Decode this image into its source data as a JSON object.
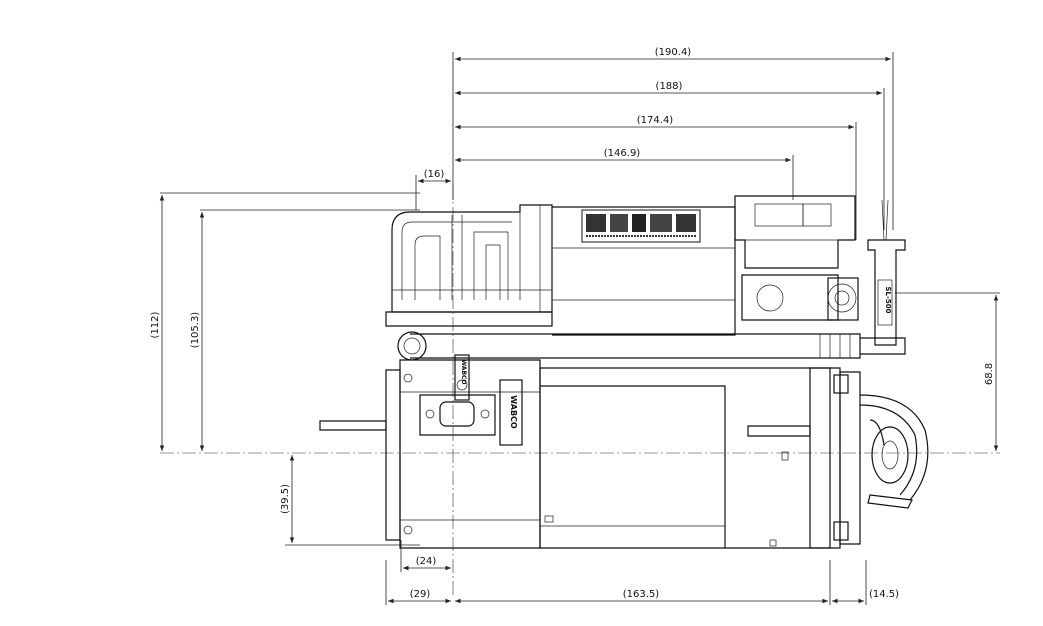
{
  "drawing": {
    "dimensions": {
      "d190_4": "(190.4)",
      "d188": "(188)",
      "d174_4": "(174.4)",
      "d146_9": "(146.9)",
      "d16": "(16)",
      "d112": "(112)",
      "d105_3": "(105.3)",
      "d68_8": "68.8",
      "d39_5": "(39.5)",
      "d24": "(24)",
      "d29": "(29)",
      "d163_5": "(163.5)",
      "d14_5": "(14.5)"
    },
    "labels": {
      "side_label": "WABCO",
      "valve_label": "WABCO",
      "connector_label": "SL-500"
    }
  }
}
